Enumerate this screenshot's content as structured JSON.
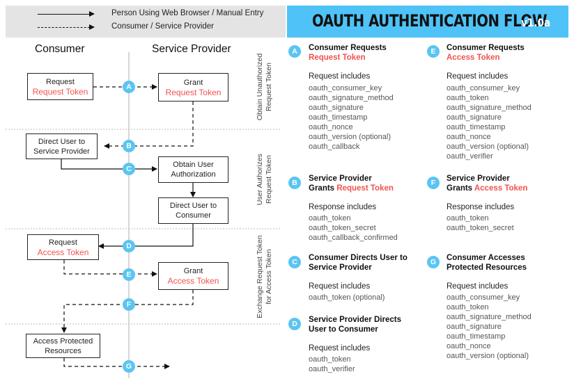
{
  "legend": {
    "solid": "Person Using Web Browser / Manual Entry",
    "dashed": "Consumer / Service Provider"
  },
  "title": {
    "main": "OAUTH AUTHENTICATION FLOW",
    "version": "v1.0a"
  },
  "columns": {
    "consumer": "Consumer",
    "provider": "Service Provider"
  },
  "boxes": {
    "request_request_token": {
      "line1": "Request",
      "line2": "Request Token"
    },
    "grant_request_token": {
      "line1": "Grant",
      "line2": "Request Token"
    },
    "direct_user_sp": {
      "line1": "Direct User to",
      "line2": "Service Provider"
    },
    "obtain_user_auth": {
      "line1": "Obtain User",
      "line2": "Authorization"
    },
    "direct_user_consumer": {
      "line1": "Direct User to",
      "line2": "Consumer"
    },
    "request_access_token": {
      "line1": "Request",
      "line2": "Access Token"
    },
    "grant_access_token": {
      "line1": "Grant",
      "line2": "Access Token"
    },
    "access_protected": {
      "line1": "Access Protected",
      "line2": "Resources"
    }
  },
  "phases": {
    "p1": {
      "line1": "Obtain Unauthorized",
      "line2": "Request Token"
    },
    "p2": {
      "line1": "User Authorizes",
      "line2": "Request Token"
    },
    "p3": {
      "line1": "Exchange Request Token",
      "line2": "for Access Token"
    }
  },
  "badges": [
    "A",
    "B",
    "C",
    "D",
    "E",
    "F",
    "G"
  ],
  "sections": {
    "A": {
      "title1": "Consumer Requests",
      "title2": "Request Token",
      "sub": "Request includes",
      "items": [
        "oauth_consumer_key",
        "oauth_signature_method",
        "oauth_signature",
        "oauth_timestamp",
        "oauth_nonce",
        "oauth_version (optional)",
        "oauth_callback"
      ]
    },
    "B": {
      "title1": "Service Provider",
      "title2a": "Grants",
      "title2b": "Request Token",
      "sub": "Response includes",
      "items": [
        "oauth_token",
        "oauth_token_secret",
        "oauth_callback_confirmed"
      ]
    },
    "C": {
      "title1": "Consumer Directs User to",
      "title2": "Service Provider",
      "sub": "Request includes",
      "items": [
        "oauth_token (optional)"
      ]
    },
    "D": {
      "title1": "Service Provider Directs",
      "title2": "User to Consumer",
      "sub": "Request includes",
      "items": [
        "oauth_token",
        "oauth_verifier"
      ]
    },
    "E": {
      "title1": "Consumer Requests",
      "title2": "Access Token",
      "sub": "Request includes",
      "items": [
        "oauth_consumer_key",
        "oauth_token",
        "oauth_signature_method",
        "oauth_signature",
        "oauth_timestamp",
        "oauth_nonce",
        "oauth_version (optional)",
        "oauth_verifier"
      ]
    },
    "F": {
      "title1": "Service Provider",
      "title2a": "Grants",
      "title2b": "Access Token",
      "sub": "Response includes",
      "items": [
        "oauth_token",
        "oauth_token_secret"
      ]
    },
    "G": {
      "title1": "Consumer Accesses",
      "title2": "Protected Resources",
      "sub": "Request includes",
      "items": [
        "oauth_consumer_key",
        "oauth_token",
        "oauth_signature_method",
        "oauth_signature",
        "oauth_timestamp",
        "oauth_nonce",
        "oauth_version (optional)"
      ]
    }
  },
  "colors": {
    "accent": "#4fc3f7",
    "badge": "#5bc5f2",
    "highlight": "#ef5350",
    "legend_bg": "#e4e4e4"
  }
}
